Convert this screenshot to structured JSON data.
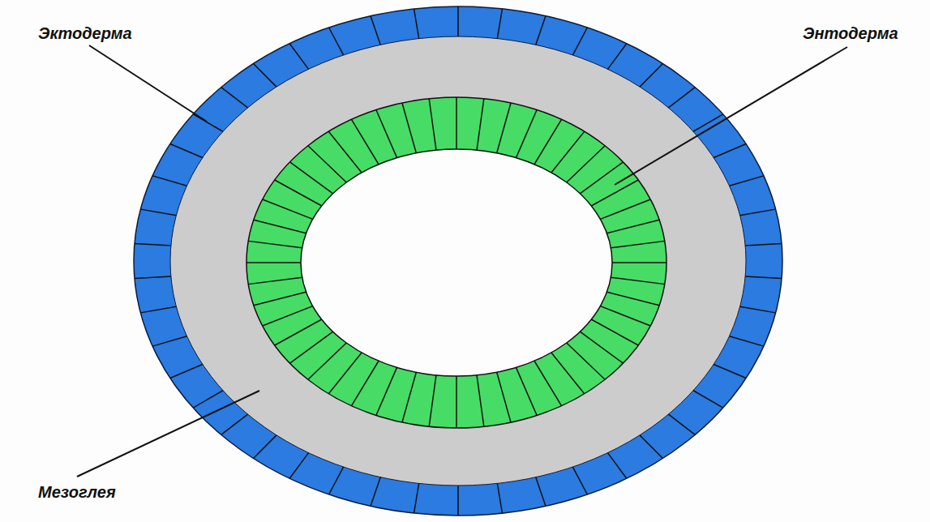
{
  "diagram": {
    "labels": [
      "Эктодерма",
      "Энтодерма",
      "Мезоглея"
    ]
  }
}
